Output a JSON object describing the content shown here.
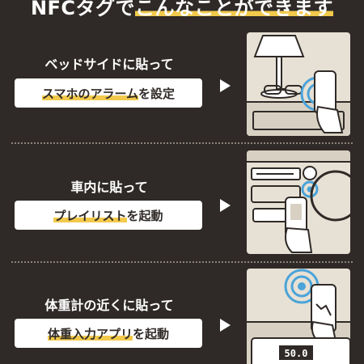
{
  "headline": {
    "prefix": "NFCタグで",
    "highlight": "こんなことができます"
  },
  "sections": [
    {
      "lead": "ベッドサイドに貼って",
      "action_highlight": "スマホのアラーム",
      "action_suffix": "を設定"
    },
    {
      "lead": "車内に貼って",
      "action_highlight": "プレイリスト",
      "action_suffix": "を起動"
    },
    {
      "lead": "体重計の近くに貼って",
      "action_highlight": "体重入力アプリ",
      "action_suffix": "を起動"
    }
  ],
  "scale_display": "50.0",
  "colors": {
    "background": "#2f2a27",
    "highlight": "#f2c94c",
    "nfc": "#4ba3d9",
    "panel": "#e7e1d5"
  }
}
